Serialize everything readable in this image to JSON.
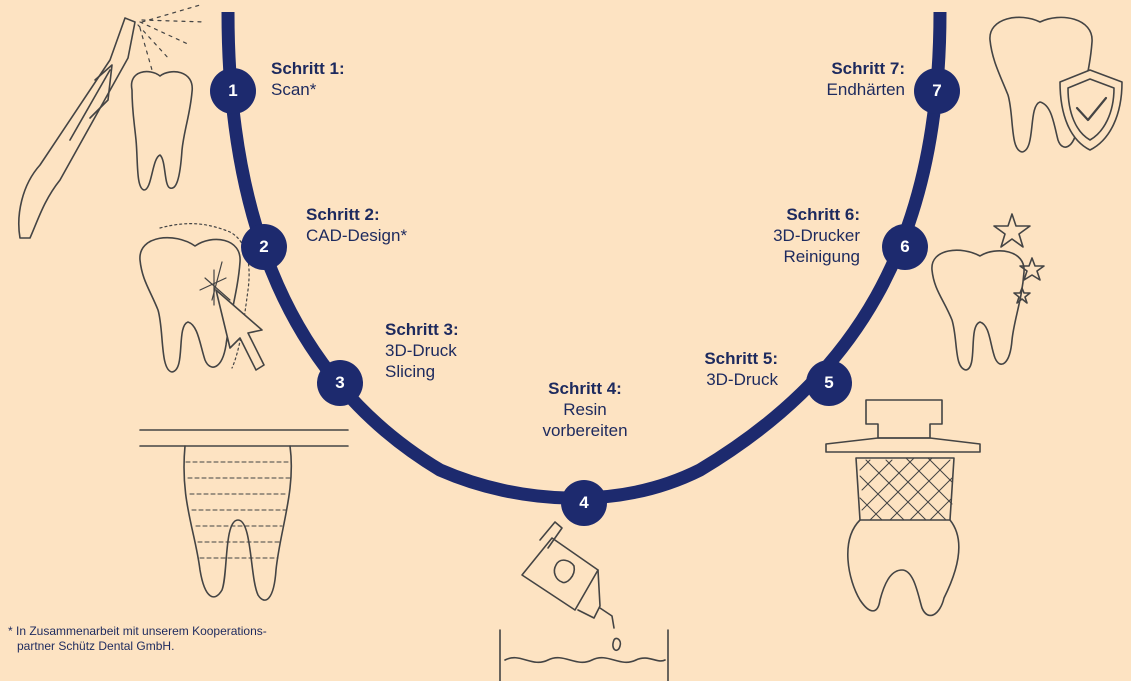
{
  "colors": {
    "background": "#fde3c2",
    "accent": "#1d2a6e",
    "line_art": "#444444"
  },
  "steps": [
    {
      "number": "1",
      "title": "Schritt 1:",
      "lines": [
        "Scan*"
      ],
      "icon": "intraoral-scanner-tooth-icon"
    },
    {
      "number": "2",
      "title": "Schritt 2:",
      "lines": [
        "CAD-Design*"
      ],
      "icon": "cad-tooth-cursor-icon"
    },
    {
      "number": "3",
      "title": "Schritt 3:",
      "lines": [
        "3D-Druck",
        "Slicing"
      ],
      "icon": "sliced-tooth-icon"
    },
    {
      "number": "4",
      "title": "Schritt 4:",
      "lines": [
        "Resin",
        "vorbereiten"
      ],
      "icon": "resin-bottle-icon"
    },
    {
      "number": "5",
      "title": "Schritt 5:",
      "lines": [
        "3D-Druck"
      ],
      "icon": "printed-tooth-icon"
    },
    {
      "number": "6",
      "title": "Schritt 6:",
      "lines": [
        "3D-Drucker",
        "Reinigung"
      ],
      "icon": "clean-tooth-stars-icon"
    },
    {
      "number": "7",
      "title": "Schritt 7:",
      "lines": [
        "Endhärten"
      ],
      "icon": "tooth-shield-icon"
    }
  ],
  "footnote": {
    "line1": "* In Zusammenarbeit mit unserem Kooperations-",
    "line2": "partner Schütz Dental GmbH."
  }
}
